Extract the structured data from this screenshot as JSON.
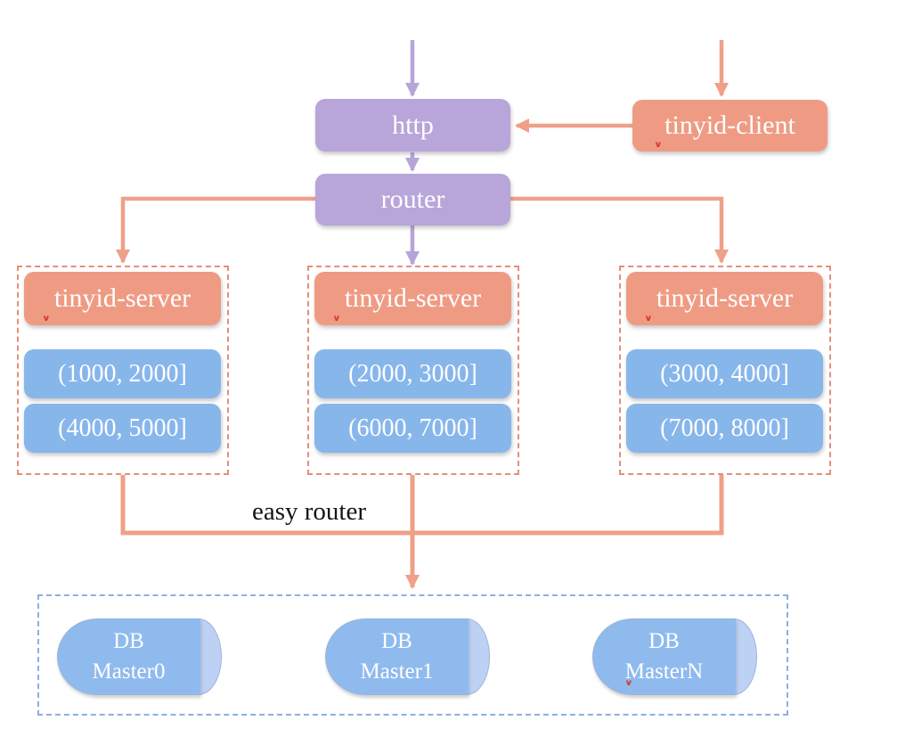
{
  "nodes": {
    "http": {
      "label": "http"
    },
    "client": {
      "label": "tinyid-client"
    },
    "router": {
      "label": "router"
    },
    "servers": [
      {
        "label": "tinyid-server",
        "ranges": [
          "(1000, 2000]",
          "(4000, 5000]"
        ]
      },
      {
        "label": "tinyid-server",
        "ranges": [
          "(2000, 3000]",
          "(6000, 7000]"
        ]
      },
      {
        "label": "tinyid-server",
        "ranges": [
          "(3000, 4000]",
          "(7000, 8000]"
        ]
      }
    ],
    "databases": [
      {
        "line1": "DB",
        "line2": "Master0"
      },
      {
        "line1": "DB",
        "line2": "Master1"
      },
      {
        "line1": "DB",
        "line2": "MasterN"
      }
    ]
  },
  "labels": {
    "easy_router": "easy router",
    "spellcheck_mark": "∨"
  },
  "colors": {
    "purple_node": "#b8a5da",
    "salmon_node": "#ef9b83",
    "salmon_line": "#efa089",
    "blue_node": "#87b6eb",
    "cylinder_body": "#8fbaee",
    "cylinder_cap": "#bdd1f4",
    "server_group_border": "#e2907b",
    "db_container_border": "#8cb0e2",
    "spellcheck_red": "#d63b2f"
  }
}
